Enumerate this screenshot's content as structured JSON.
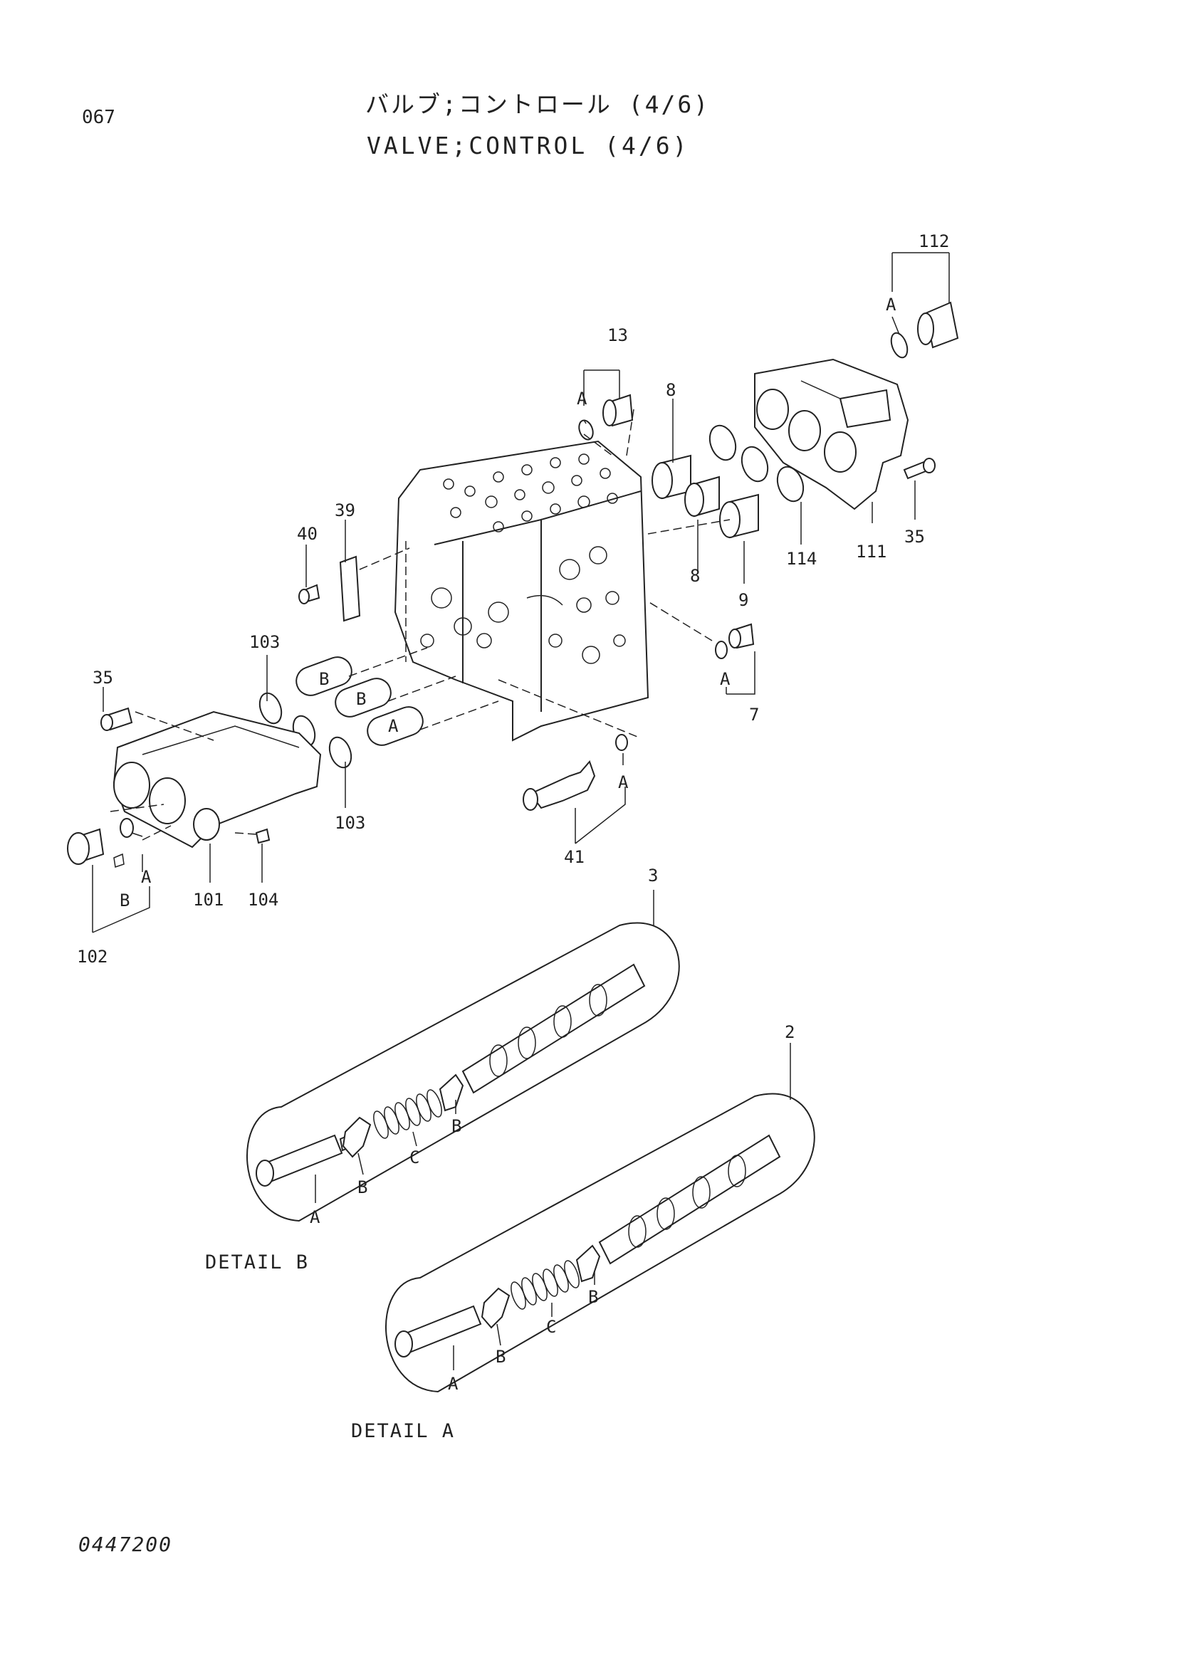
{
  "page_number": "067",
  "title_jp": "バルブ;コントロール (4/6)",
  "title_en": "VALVE;CONTROL (4/6)",
  "doc_code": "0447200",
  "detail_b_label": "DETAIL B",
  "detail_a_label": "DETAIL A",
  "callouts": {
    "n112": "112",
    "n13": "13",
    "n8a": "8",
    "n8b": "8",
    "n9": "9",
    "n114": "114",
    "n111": "111",
    "n35r": "35",
    "n39": "39",
    "n40": "40",
    "n103a": "103",
    "n103b": "103",
    "n35l": "35",
    "n7": "7",
    "n41": "41",
    "n101": "101",
    "n104": "104",
    "n102": "102",
    "n3": "3",
    "n2": "2"
  },
  "letters": {
    "a112": "A",
    "a13": "A",
    "a7": "A",
    "a41": "A",
    "a102": "A",
    "b102": "B",
    "plugB1": "B",
    "plugB2": "B",
    "plugA": "A",
    "d3A": "A",
    "d3B1": "B",
    "d3C": "C",
    "d3B2": "B",
    "d2A": "A",
    "d2B1": "B",
    "d2C": "C",
    "d2B2": "B"
  }
}
